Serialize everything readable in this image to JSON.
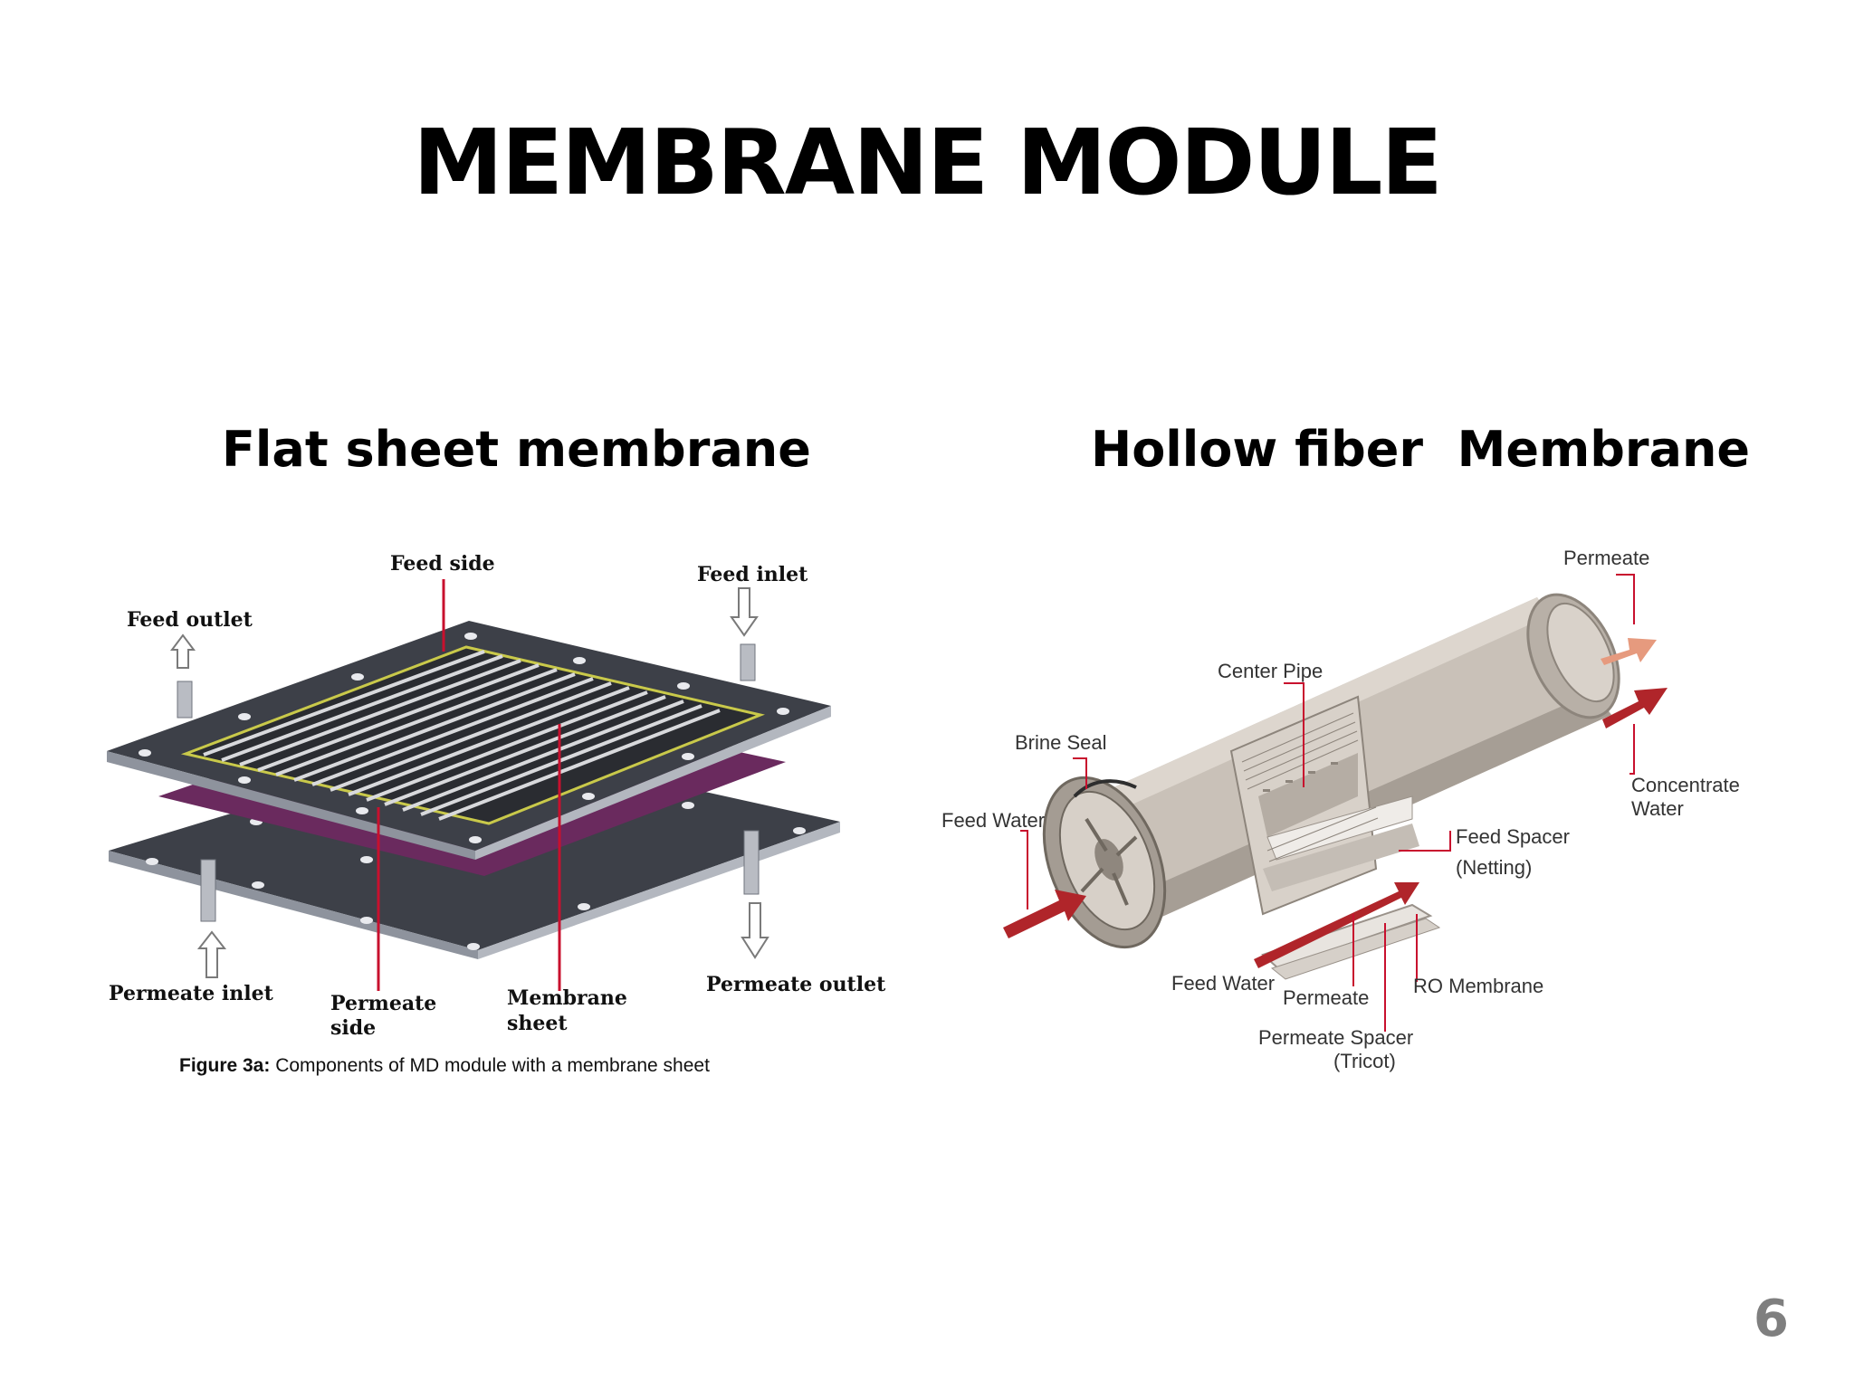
{
  "slide": {
    "title": "MEMBRANE MODULE",
    "left_heading": "Flat sheet membrane",
    "right_heading": "Hollow fiber  Membrane",
    "page_number": "6"
  },
  "flat_sheet_figure": {
    "labels": {
      "feed_side": "Feed side",
      "feed_inlet": "Feed inlet",
      "feed_outlet": "Feed outlet",
      "permeate_inlet": "Permeate inlet",
      "permeate_side_line1": "Permeate",
      "permeate_side_line2": "side",
      "membrane_sheet_line1": "Membrane",
      "membrane_sheet_line2": "sheet",
      "permeate_outlet": "Permeate outlet"
    },
    "caption_bold": "Figure 3a:",
    "caption_text": " Components of MD module with a membrane sheet",
    "colors": {
      "plate": "#3d4048",
      "plate_edge": "#9ea3ad",
      "membrane": "#6a2a5e",
      "leader": "#c8102e",
      "channel_edge": "#c9c94a"
    }
  },
  "hollow_fiber_figure": {
    "labels": {
      "permeate_top": "Permeate",
      "center_pipe": "Center Pipe",
      "brine_seal": "Brine Seal",
      "feed_water_left": "Feed Water",
      "concentrate_line1": "Concentrate",
      "concentrate_line2": "Water",
      "feed_spacer_line1": "Feed Spacer",
      "feed_spacer_line2": "(Netting)",
      "feed_water_bottom": "Feed Water",
      "permeate_bottom": "Permeate",
      "ro_membrane": "RO Membrane",
      "permeate_spacer_line1": "Permeate Spacer",
      "permeate_spacer_line2": "(Tricot)"
    },
    "colors": {
      "shell": "#c9c1b8",
      "shell_dark": "#9a928a",
      "arrow": "#b0252a",
      "arrow_light": "#e69a7e"
    }
  }
}
